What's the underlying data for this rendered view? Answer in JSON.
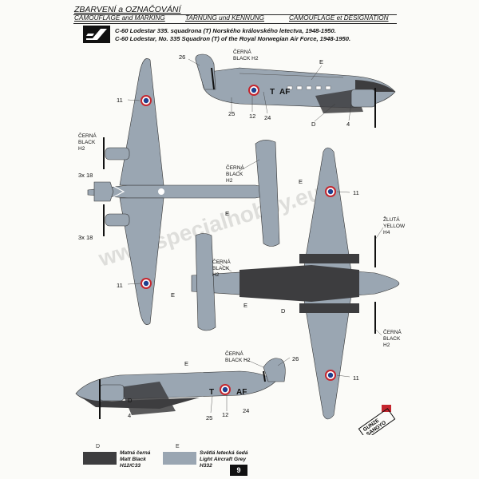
{
  "header": {
    "title": "ZBARVENÍ a OZNAČOVÁNÍ",
    "sub_en": "CAMOUFLAGE and MARKING",
    "sub_de": "TARNUNG und KENNUNG",
    "sub_fr": "CAMOUFLAGE et DESIGNATION"
  },
  "description": {
    "line_cz": "C-60 Lodestar 335. squadrona (T) Norského královského letectva, 1948-1950.",
    "line_en": "C-60 Lodestar, No. 335 Squadron (T) of the Royal Norwegian Air Force, 1948-1950."
  },
  "callouts": {
    "cerna_black_h2": [
      "ČERNÁ",
      "BLACK H2"
    ],
    "cerna_black_h2_3": [
      "ČERNÁ",
      "BLACK",
      "H2"
    ],
    "zluta_yellow_h4": [
      "ŽLUTÁ",
      "YELLOW",
      "H4"
    ],
    "e": "E",
    "d": "D",
    "n26": "26",
    "n25": "25",
    "n24": "24",
    "n12": "12",
    "n11": "11",
    "n4": "4",
    "x18": "3x 18"
  },
  "codes": {
    "t": "T",
    "af": "AF"
  },
  "watermark": "www.specialhobby.eu",
  "legend": [
    {
      "letter": "D",
      "lines": [
        "Matná černá",
        "Matt Black",
        "H12/C33"
      ],
      "color": "#3d3d3f"
    },
    {
      "letter": "E",
      "lines": [
        "Světlá letecká šedá",
        "Light Aircraft Grey",
        "H332"
      ],
      "color": "#9aa6b2"
    }
  ],
  "brand": [
    "GUNZE",
    "SANGYO"
  ],
  "page_number": "9",
  "colors": {
    "grey": "#9aa6b2",
    "black": "#3d3d3f",
    "roundel_red": "#c4262e",
    "roundel_blue": "#1d3f8f"
  }
}
